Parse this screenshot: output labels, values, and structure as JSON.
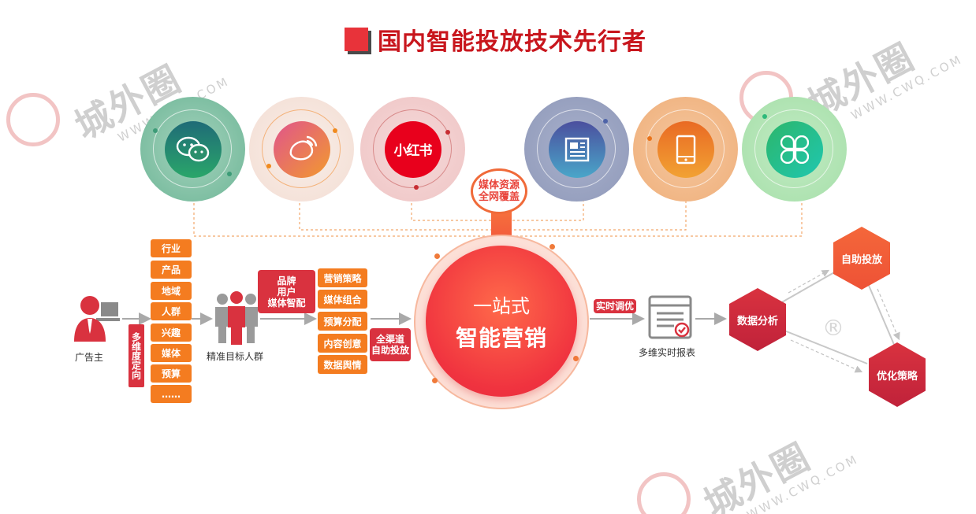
{
  "title": "国内智能投放技术先行者",
  "watermark": {
    "brand": "城外圈",
    "url": "WWW.CWQ.COM"
  },
  "media": [
    {
      "icon": "wechat-icon",
      "colors": [
        "#7fc3a4",
        "#1f8a6a"
      ]
    },
    {
      "icon": "weibo-icon",
      "colors": [
        "#f6e7e1",
        "#f39a3a"
      ]
    },
    {
      "icon": "xiaohongshu-icon",
      "label": "小红书",
      "colors": [
        "#f3cfcf",
        "#ef2a2a"
      ]
    },
    {
      "icon": "news-icon",
      "colors": [
        "#9aa4c4",
        "#3d5aa6"
      ]
    },
    {
      "icon": "phone-icon",
      "colors": [
        "#f4bb8a",
        "#f08a1e"
      ]
    },
    {
      "icon": "app-icon",
      "colors": [
        "#b6e3b8",
        "#2db97a"
      ]
    }
  ],
  "media_bubble": {
    "line1": "媒体资源",
    "line2": "全网覆盖"
  },
  "advertiser": {
    "label": "广告主"
  },
  "targeting_tag": "多维度定向",
  "dimensions": [
    "行业",
    "产品",
    "地域",
    "人群",
    "兴趣",
    "媒体",
    "预算",
    "……"
  ],
  "audience": {
    "label": "精准目标人群"
  },
  "brand_box": {
    "line1": "品牌",
    "line2": "用户",
    "line3": "媒体智配"
  },
  "strategies": [
    "营销策略",
    "媒体组合",
    "预算分配",
    "内容创意",
    "数据舆情"
  ],
  "channel_box": {
    "line1": "全渠道",
    "line2": "自助投放"
  },
  "center": {
    "line1": "一站式",
    "line2": "智能营销"
  },
  "realtime_tag": "实时调优",
  "report": {
    "label": "多维实时报表"
  },
  "hexagons": {
    "analysis": "数据分析",
    "auto": "自助投放",
    "optimize": "优化策略"
  },
  "registered_mark": "®"
}
